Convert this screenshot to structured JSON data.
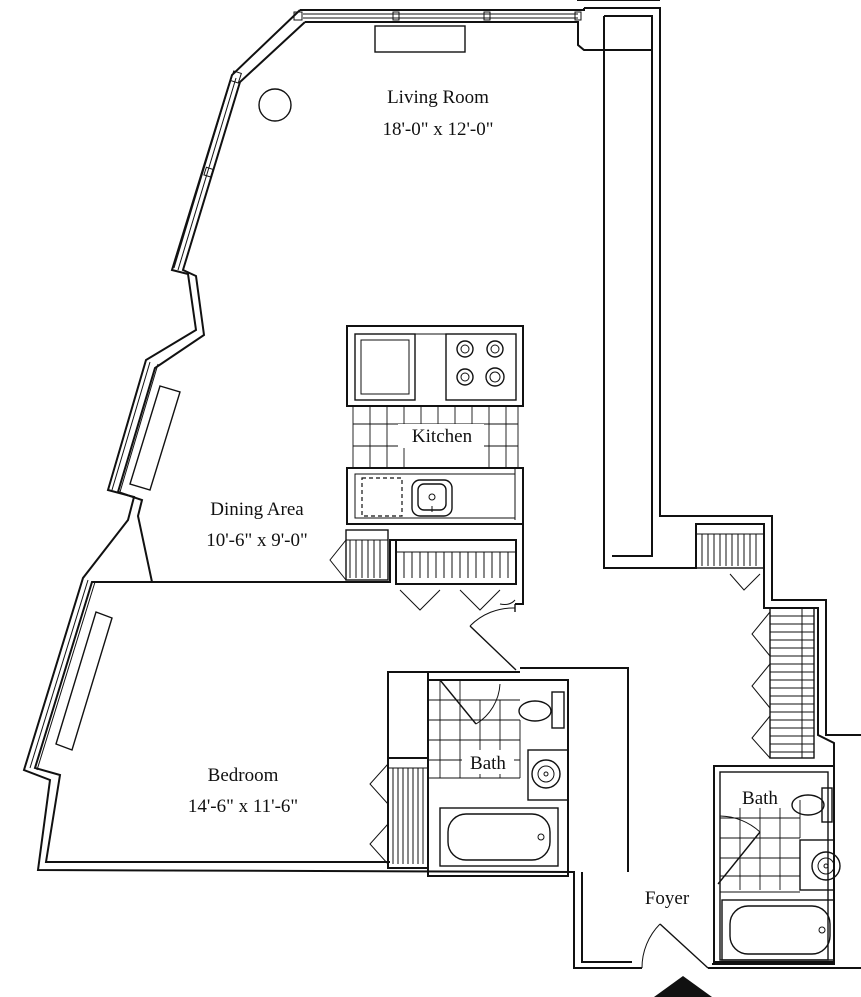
{
  "rooms": {
    "living_room": {
      "name": "Living Room",
      "size": "18'-0\" x 12'-0\""
    },
    "kitchen": {
      "name": "Kitchen"
    },
    "dining_area": {
      "name": "Dining Area",
      "size": "10'-6\" x 9'-0\""
    },
    "bedroom": {
      "name": "Bedroom",
      "size": "14'-6\" x 11'-6\""
    },
    "bath_1": {
      "name": "Bath"
    },
    "bath_2": {
      "name": "Bath"
    },
    "foyer": {
      "name": "Foyer"
    }
  },
  "colors": {
    "line": "#111111",
    "background": "#ffffff"
  }
}
